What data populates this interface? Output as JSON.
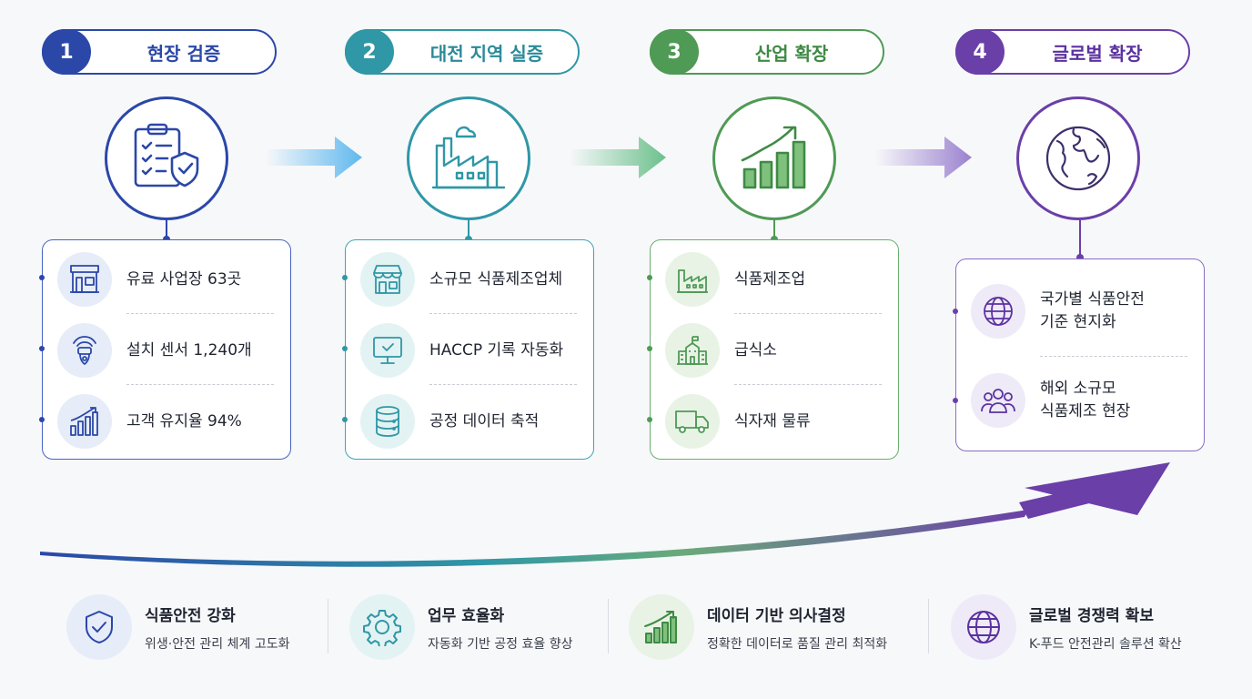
{
  "steps": [
    {
      "num": "1",
      "title": "현장 검증",
      "color": "#2b47a8",
      "items": [
        "유료 사업장 63곳",
        "설치 센서 1,240개",
        "고객 유지율 94%"
      ]
    },
    {
      "num": "2",
      "title": "대전 지역 실증",
      "color": "#2f97a6",
      "items": [
        "소규모 식품제조업체",
        "HACCP 기록 자동화",
        "공정 데이터 축적"
      ]
    },
    {
      "num": "3",
      "title": "산업 확장",
      "color": "#4f9a55",
      "items": [
        "식품제조업",
        "급식소",
        "식자재 물류"
      ]
    },
    {
      "num": "4",
      "title": "글로벌 확장",
      "color": "#6b3fa8",
      "items": [
        "국가별 식품안전\n기준 현지화",
        "해외 소규모\n식품제조 현장"
      ]
    }
  ],
  "benefits": [
    {
      "title": "식품안전 강화",
      "sub": "위생·안전 관리 체계 고도화",
      "icon": "shield-check-icon"
    },
    {
      "title": "업무 효율화",
      "sub": "자동화 기반 공정 효율 향상",
      "icon": "gear-icon"
    },
    {
      "title": "데이터 기반 의사결정",
      "sub": "정확한 데이터로 품질 관리 최적화",
      "icon": "growth-chart-icon"
    },
    {
      "title": "글로벌 경쟁력 확보",
      "sub": "K-푸드 안전관리 솔루션 확산",
      "icon": "globe-icon"
    }
  ]
}
